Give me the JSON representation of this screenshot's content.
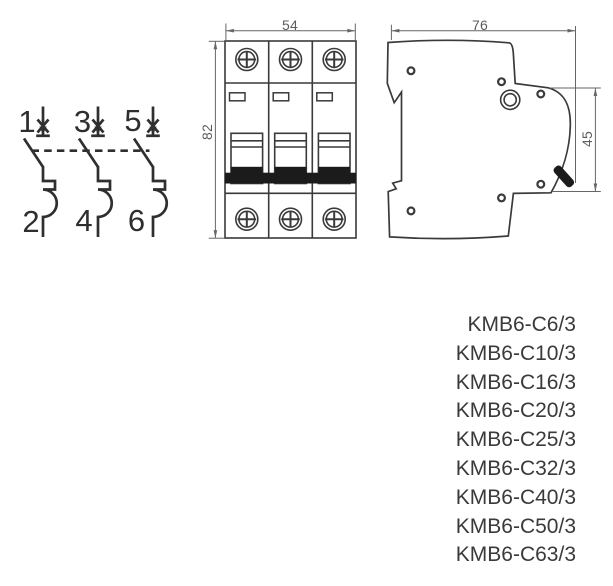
{
  "schematic": {
    "top_terminals": [
      "1",
      "3",
      "5"
    ],
    "bottom_terminals": [
      "2",
      "4",
      "6"
    ]
  },
  "front_view": {
    "width_mm": "54",
    "height_mm": "82"
  },
  "side_view": {
    "depth_mm": "76",
    "front_height_mm": "45"
  },
  "models": [
    "KMB6-C6/3",
    "KMB6-C10/3",
    "KMB6-C16/3",
    "KMB6-C20/3",
    "KMB6-C25/3",
    "KMB6-C32/3",
    "KMB6-C40/3",
    "KMB6-C50/3",
    "KMB6-C63/3"
  ],
  "colors": {
    "line": "#3a3a3a",
    "schematic_line": "#2f2f2f",
    "dimension": "#666666",
    "black_fill": "#1b1b1b",
    "background": "#ffffff",
    "text": "#3a3a3a"
  }
}
